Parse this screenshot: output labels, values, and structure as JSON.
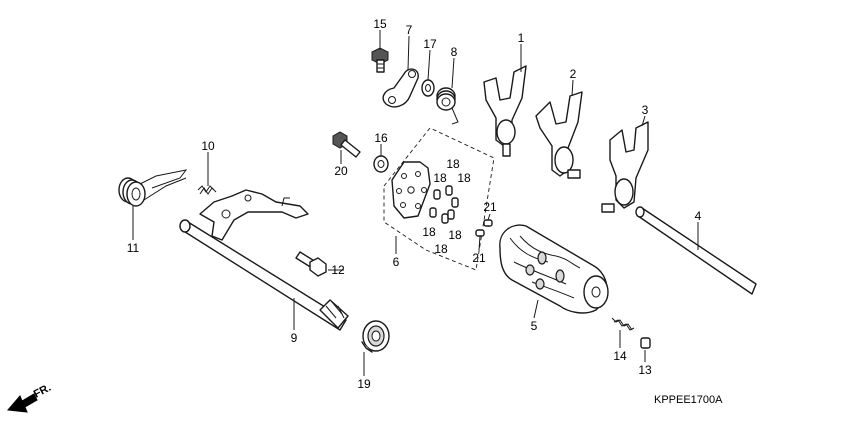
{
  "diagram_code": "KPPEE1700A",
  "direction_label": "FR.",
  "callouts": [
    {
      "id": "c1",
      "text": "1"
    },
    {
      "id": "c2",
      "text": "2"
    },
    {
      "id": "c3",
      "text": "3"
    },
    {
      "id": "c4",
      "text": "4"
    },
    {
      "id": "c5",
      "text": "5"
    },
    {
      "id": "c6",
      "text": "6"
    },
    {
      "id": "c7",
      "text": "7"
    },
    {
      "id": "c8",
      "text": "8"
    },
    {
      "id": "c9",
      "text": "9"
    },
    {
      "id": "c10",
      "text": "10"
    },
    {
      "id": "c11",
      "text": "11"
    },
    {
      "id": "c12",
      "text": "12"
    },
    {
      "id": "c13",
      "text": "13"
    },
    {
      "id": "c14",
      "text": "14"
    },
    {
      "id": "c15",
      "text": "15"
    },
    {
      "id": "c16",
      "text": "16"
    },
    {
      "id": "c17",
      "text": "17"
    },
    {
      "id": "c18a",
      "text": "18"
    },
    {
      "id": "c18b",
      "text": "18"
    },
    {
      "id": "c18c",
      "text": "18"
    },
    {
      "id": "c18d",
      "text": "18"
    },
    {
      "id": "c18e",
      "text": "18"
    },
    {
      "id": "c18f",
      "text": "18"
    },
    {
      "id": "c19",
      "text": "19"
    },
    {
      "id": "c20",
      "text": "20"
    },
    {
      "id": "c21a",
      "text": "21"
    },
    {
      "id": "c21b",
      "text": "21"
    }
  ]
}
